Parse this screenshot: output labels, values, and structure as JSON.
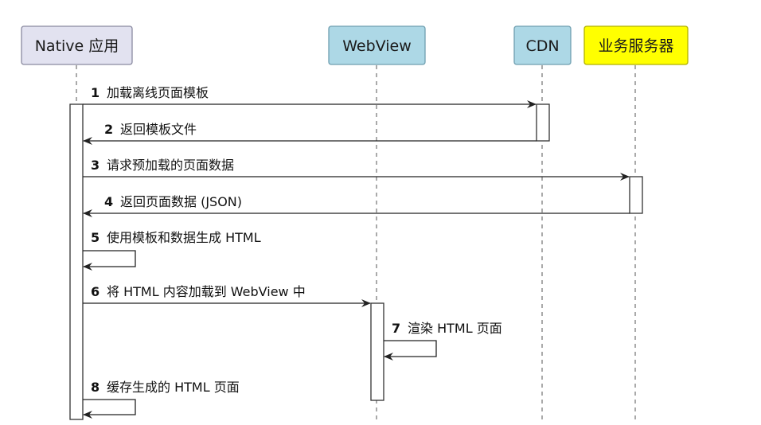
{
  "participants": [
    {
      "id": "native",
      "label": "Native 应用",
      "fill": "#e2e2f0",
      "stroke": "#8a8aa0"
    },
    {
      "id": "webview",
      "label": "WebView",
      "fill": "#add8e6",
      "stroke": "#6f9fb0"
    },
    {
      "id": "cdn",
      "label": "CDN",
      "fill": "#add8e6",
      "stroke": "#6f9fb0"
    },
    {
      "id": "server",
      "label": "业务服务器",
      "fill": "#ffff00",
      "stroke": "#b0b000"
    }
  ],
  "messages": [
    {
      "num": "1",
      "text": "加载离线页面模板",
      "from": "native",
      "to": "cdn"
    },
    {
      "num": "2",
      "text": "返回模板文件",
      "from": "cdn",
      "to": "native"
    },
    {
      "num": "3",
      "text": "请求预加载的页面数据",
      "from": "native",
      "to": "server"
    },
    {
      "num": "4",
      "text": "返回页面数据 (JSON)",
      "from": "server",
      "to": "native"
    },
    {
      "num": "5",
      "text": "使用模板和数据生成 HTML",
      "from": "native",
      "to": "native"
    },
    {
      "num": "6",
      "text": "将 HTML 内容加载到 WebView 中",
      "from": "native",
      "to": "webview"
    },
    {
      "num": "7",
      "text": "渲染 HTML 页面",
      "from": "webview",
      "to": "webview"
    },
    {
      "num": "8",
      "text": "缓存生成的 HTML 页面",
      "from": "native",
      "to": "native"
    }
  ]
}
